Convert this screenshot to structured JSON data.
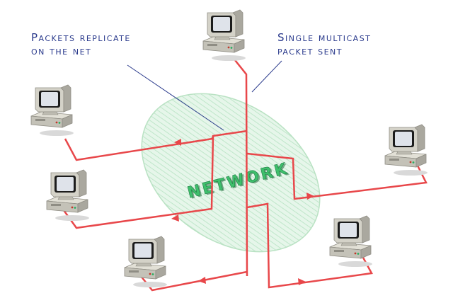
{
  "callouts": {
    "replicate": {
      "line1": "Packets replicate",
      "line2": "on the net"
    },
    "multicast": {
      "line1": "Single multicast",
      "line2": "packet sent"
    }
  },
  "network_label": "NETWORK",
  "colors": {
    "link": "#e8474a",
    "leader": "#2a3a8c",
    "cloud_fill": "#dff3e4",
    "cloud_stroke": "#b9e2c3",
    "network_text": "#2fa35a",
    "computer_body": "#c9c7bd",
    "computer_shadow": "#9a988f",
    "screen": "#dfe3ea"
  },
  "icons": {
    "computer": "desktop-computer-icon",
    "arrow": "arrowhead-icon"
  }
}
